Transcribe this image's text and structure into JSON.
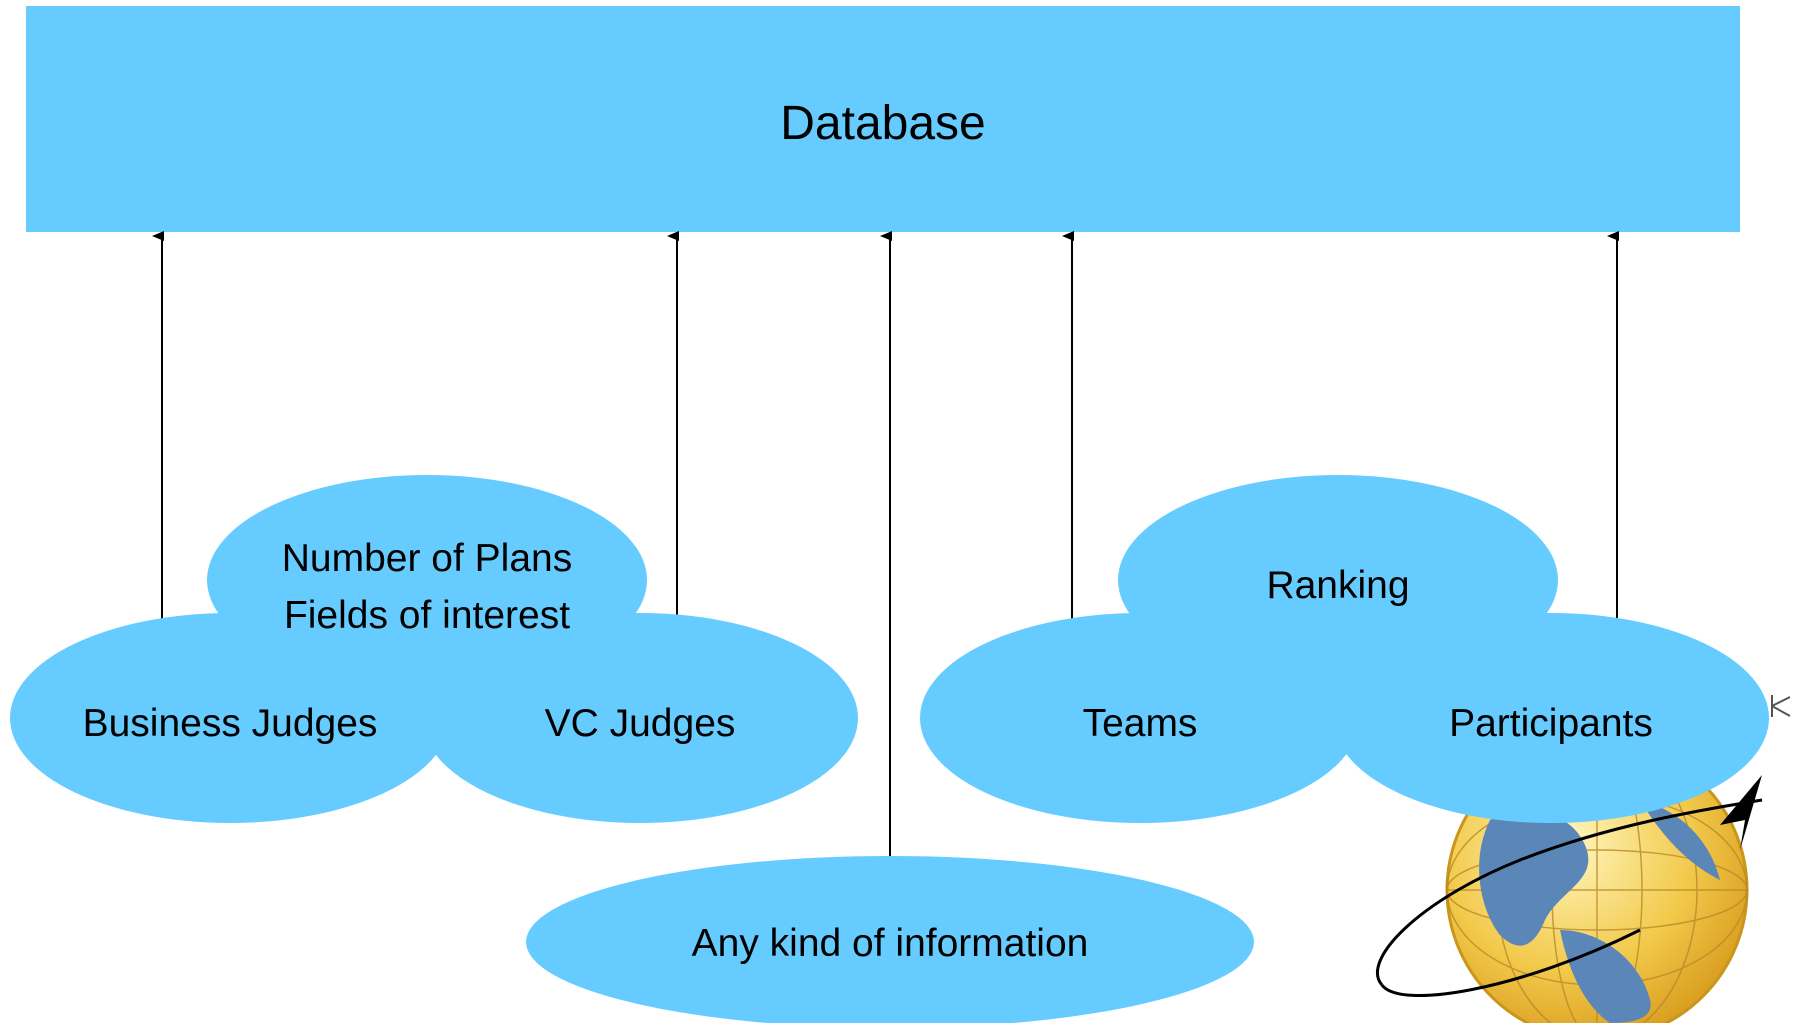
{
  "colors": {
    "shape_fill": "#66ccff",
    "arrow": "#000000"
  },
  "database": {
    "label": "Database"
  },
  "judges_cluster": {
    "top": {
      "line1": "Number of Plans",
      "line2": "Fields of interest"
    },
    "left": "Business Judges",
    "right": "VC Judges"
  },
  "teams_cluster": {
    "top": "Ranking",
    "left": "Teams",
    "right": "Participants"
  },
  "info": {
    "label": "Any kind of information"
  },
  "logo": {
    "icon": "globe-orbit-icon",
    "partial_text": "K"
  }
}
